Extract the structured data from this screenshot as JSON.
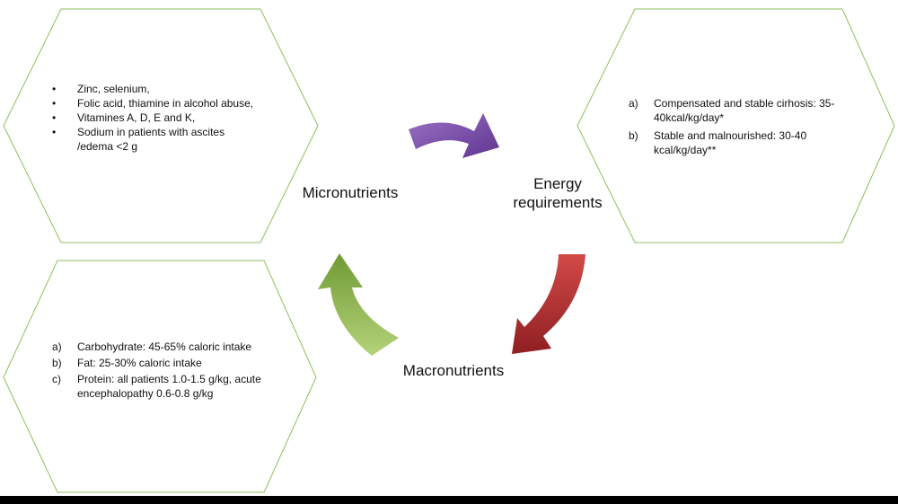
{
  "hubs": {
    "micronutrients": "Micronutrients",
    "energy_line1": "Energy",
    "energy_line2": "requirements",
    "macronutrients": "Macronutrients"
  },
  "micronutrients_box": {
    "items": [
      {
        "marker": "•",
        "text": "Zinc, selenium,"
      },
      {
        "marker": "•",
        "text": "Folic acid, thiamine in alcohol abuse,"
      },
      {
        "marker": "•",
        "text": "Vitamines A, D, E and K,"
      },
      {
        "marker": "•",
        "text": "Sodium in patients with ascites /edema <2 g"
      }
    ]
  },
  "energy_box": {
    "items": [
      {
        "marker": "a)",
        "text": "Compensated and stable cirhosis: 35-40kcal/kg/day*"
      },
      {
        "marker": "b)",
        "text": "Stable and malnourished: 30-40 kcal/kg/day**"
      }
    ]
  },
  "macronutrients_box": {
    "items": [
      {
        "marker": "a)",
        "text": "Carbohydrate: 45-65% caloric intake"
      },
      {
        "marker": "b)",
        "text": "Fat: 25-30% caloric intake"
      },
      {
        "marker": "c)",
        "text": "Protein: all patients 1.0-1.5 g/kg, acute encephalopathy 0.6-0.8 g/kg"
      }
    ]
  },
  "colors": {
    "hexagon_stroke": "#8fbf5f",
    "arrow_purple": "#7b4fa6",
    "arrow_red": "#b5302f",
    "arrow_green": "#8fb94b"
  }
}
